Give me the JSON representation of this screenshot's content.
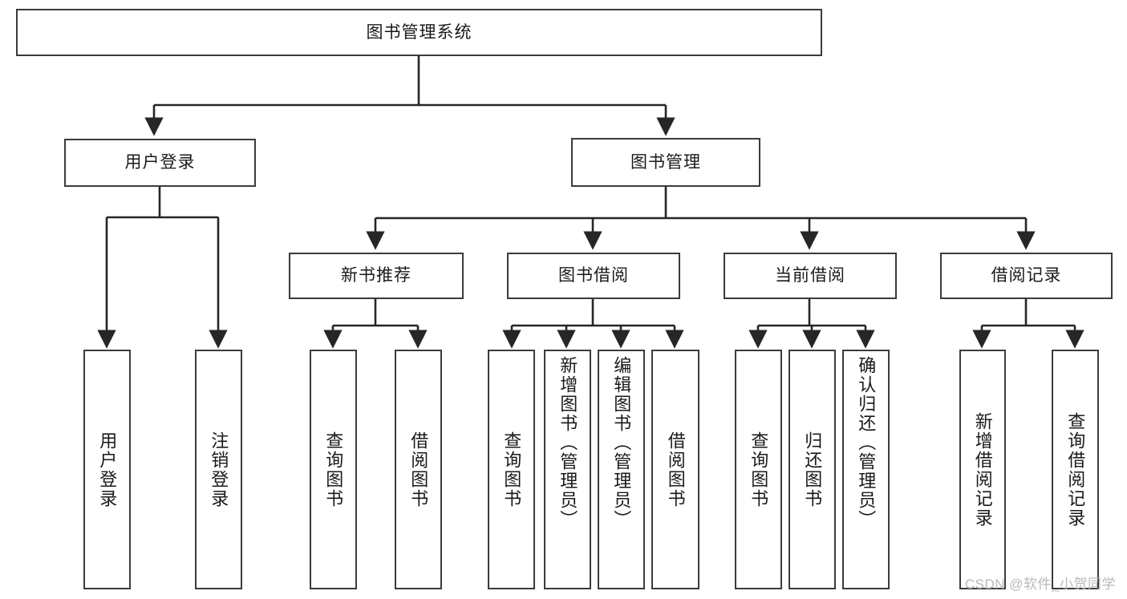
{
  "diagram": {
    "title": "图书管理系统",
    "type": "hierarchy-tree",
    "root": {
      "id": "root",
      "label": "图书管理系统",
      "orientation": "horizontal"
    },
    "level2": [
      {
        "id": "user-login",
        "label": "用户登录",
        "orientation": "horizontal"
      },
      {
        "id": "book-manage",
        "label": "图书管理",
        "orientation": "horizontal"
      }
    ],
    "level3": [
      {
        "id": "new-book-recommend",
        "label": "新书推荐",
        "orientation": "horizontal"
      },
      {
        "id": "book-borrow",
        "label": "图书借阅",
        "orientation": "horizontal"
      },
      {
        "id": "current-borrow",
        "label": "当前借阅",
        "orientation": "horizontal"
      },
      {
        "id": "borrow-record",
        "label": "借阅记录",
        "orientation": "horizontal"
      }
    ],
    "leaves": {
      "user-login": [
        {
          "id": "leaf-user-login",
          "label": "用户登录",
          "orientation": "vertical"
        },
        {
          "id": "leaf-logout",
          "label": "注销登录",
          "orientation": "vertical"
        }
      ],
      "new-book-recommend": [
        {
          "id": "leaf-query-book-1",
          "label": "查询图书",
          "orientation": "vertical"
        },
        {
          "id": "leaf-borrow-book-1",
          "label": "借阅图书",
          "orientation": "vertical"
        }
      ],
      "book-borrow": [
        {
          "id": "leaf-query-book-2",
          "label": "查询图书",
          "orientation": "vertical"
        },
        {
          "id": "leaf-add-book",
          "label": "新增图书（管理员）",
          "orientation": "vertical"
        },
        {
          "id": "leaf-edit-book",
          "label": "编辑图书（管理员）",
          "orientation": "vertical"
        },
        {
          "id": "leaf-borrow-book-2",
          "label": "借阅图书",
          "orientation": "vertical"
        }
      ],
      "current-borrow": [
        {
          "id": "leaf-query-book-3",
          "label": "查询图书",
          "orientation": "vertical"
        },
        {
          "id": "leaf-return-book",
          "label": "归还图书",
          "orientation": "vertical"
        },
        {
          "id": "leaf-confirm-return",
          "label": "确认归还（管理员）",
          "orientation": "vertical"
        }
      ],
      "borrow-record": [
        {
          "id": "leaf-add-record",
          "label": "新增借阅记录",
          "orientation": "vertical"
        },
        {
          "id": "leaf-query-record",
          "label": "查询借阅记录",
          "orientation": "vertical"
        }
      ]
    },
    "colors": {
      "box_border": "#3b3b3b",
      "box_fill": "#ffffff",
      "connector": "#262626",
      "text": "#1a1a1a",
      "watermark": "#b9b9b9",
      "background": "#ffffff"
    }
  },
  "watermark": {
    "text": "CSDN @软件_小贺同学"
  }
}
